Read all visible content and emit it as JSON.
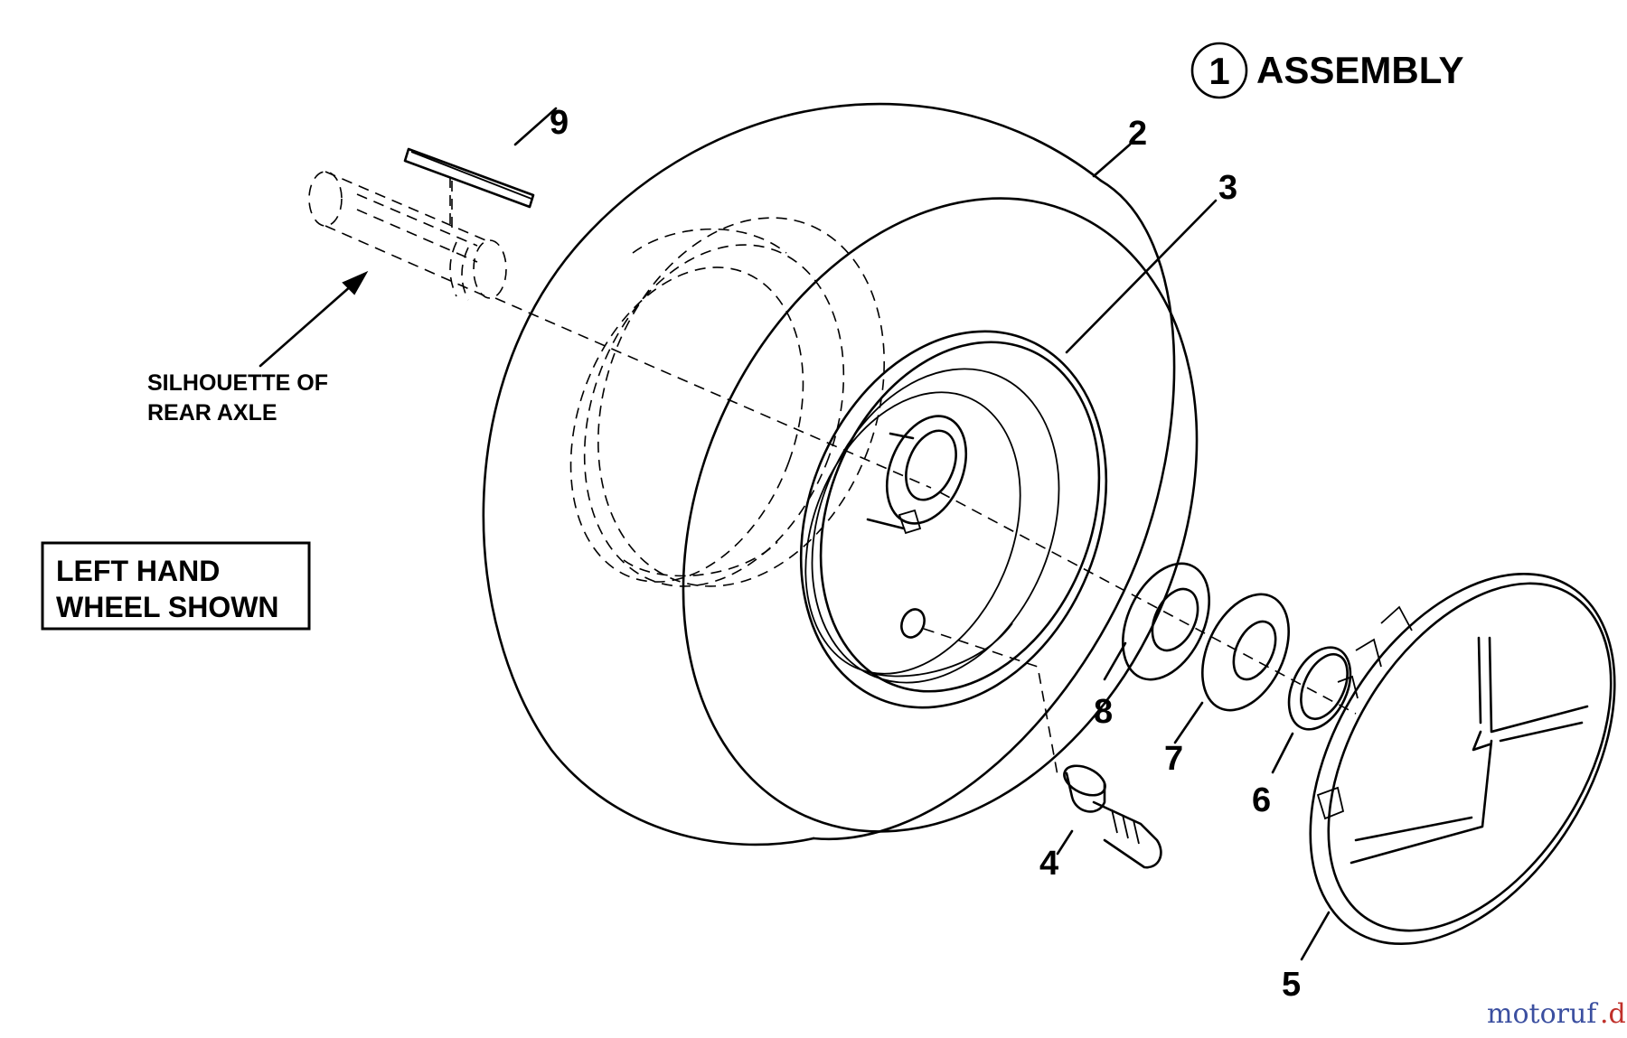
{
  "title": {
    "circle_number": "1",
    "label": "ASSEMBLY"
  },
  "callouts": {
    "c2": "2",
    "c3": "3",
    "c4": "4",
    "c5": "5",
    "c6": "6",
    "c7": "7",
    "c8": "8",
    "c9": "9"
  },
  "axle_note": {
    "line1": "SILHOUETTE OF",
    "line2": "REAR AXLE"
  },
  "side_box": {
    "line1": "LEFT HAND",
    "line2": "WHEEL SHOWN"
  },
  "watermark": {
    "text": "motoruf",
    "suffix": ".de"
  },
  "colors": {
    "line": "#000000",
    "background": "#ffffff",
    "watermark_blue": "#3b4fa0",
    "watermark_red": "#c0302a"
  }
}
